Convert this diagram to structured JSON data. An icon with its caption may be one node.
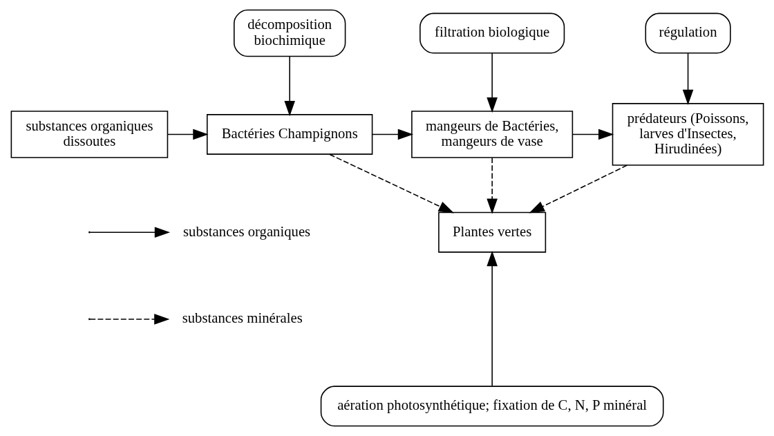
{
  "diagram": {
    "nodes": [
      {
        "text": [
          "substances organiques dissoutes"
        ]
      },
      {
        "text": [
          "décomposition biochimique"
        ]
      },
      {
        "text": [
          "Bactéries Champignons"
        ]
      },
      {
        "text": [
          "filtration biologique"
        ]
      },
      {
        "text": [
          "mangeurs de Bactéries, mangeurs de vase"
        ]
      },
      {
        "text": [
          "régulation"
        ]
      },
      {
        "text": [
          "prédateurs (Poissons, larves d'Insectes, Hirudinées)"
        ]
      },
      {
        "text": [
          "Plantes vertes"
        ]
      },
      {
        "text": [
          "aération photosynthétique; fixation de C, N, P minéral"
        ]
      }
    ],
    "edges": [
      {
        "from": 0,
        "to": 2,
        "arrow": "to"
      },
      {
        "from": 2,
        "to": 4,
        "arrow": "to"
      },
      {
        "from": 4,
        "to": 6,
        "arrow": "to"
      },
      {
        "from": 1,
        "to": 2,
        "arrow": "to"
      },
      {
        "from": 3,
        "to": 4,
        "arrow": "to"
      },
      {
        "from": 5,
        "to": 6,
        "arrow": "to"
      },
      {
        "from": 8,
        "to": 7,
        "arrow": "to"
      },
      {
        "from": 2,
        "to": 7,
        "arrow": "to",
        "style": "dashed"
      },
      {
        "from": 4,
        "to": 7,
        "arrow": "to",
        "style": "dashed"
      },
      {
        "from": 6,
        "to": 7,
        "arrow": "to",
        "style": "dashed"
      }
    ],
    "legend": [
      {
        "text": "substances organiques"
      },
      {
        "text": "substances minérales"
      }
    ]
  }
}
